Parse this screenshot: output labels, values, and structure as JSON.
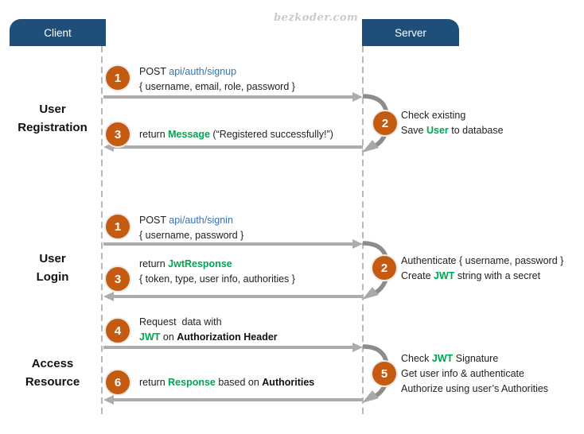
{
  "watermark": "bezkoder.com",
  "actors": {
    "client": "Client",
    "server": "Server"
  },
  "colors": {
    "header_bg": "#1F4E79",
    "circle_orange": "#C55A11",
    "highlight_green": "#00A651",
    "endpoint_blue": "#2E75B6",
    "arrow_gray": "#ACACAC",
    "loop_gray": "#8C8C8C"
  },
  "registration": {
    "label_line1": "User",
    "label_line2": "Registration",
    "step_request": "1",
    "step_process": "2",
    "step_response": "3",
    "request": {
      "method": "POST ",
      "endpoint": "api/auth/signup",
      "payload": "{ username, email, role, password }"
    },
    "process": {
      "line1": "Check existing",
      "line2_pre": "Save ",
      "line2_hl": "User",
      "line2_post": " to database"
    },
    "response": {
      "pre": "return ",
      "hl": "Message",
      "post": " (“Registered successfully!”)"
    }
  },
  "login": {
    "label_line1": "User",
    "label_line2": "Login",
    "step_request": "1",
    "step_process": "2",
    "step_response": "3",
    "request": {
      "method": "POST ",
      "endpoint": "api/auth/signin",
      "payload": "{ username, password }"
    },
    "process": {
      "line1": "Authenticate { username, password }",
      "line2_pre": "Create ",
      "line2_hl": "JWT",
      "line2_post": " string with a secret"
    },
    "response": {
      "pre": "return ",
      "hl": "JwtResponse",
      "payload": "{ token, type, user info, authorities }"
    }
  },
  "access": {
    "label_line1": "Access",
    "label_line2": "Resource",
    "step_request": "4",
    "step_process": "5",
    "step_response": "6",
    "request": {
      "line1": "Request  data with",
      "line2_hl": "JWT",
      "line2_mid": " on ",
      "line2_bold": "Authorization Header"
    },
    "process": {
      "line1_pre": "Check ",
      "line1_hl": "JWT",
      "line1_post": " Signature",
      "line2": "Get user info & authenticate",
      "line3": "Authorize using user’s Authorities"
    },
    "response": {
      "pre": "return ",
      "hl": "Response",
      "mid": " based on ",
      "bold": "Authorities"
    }
  }
}
